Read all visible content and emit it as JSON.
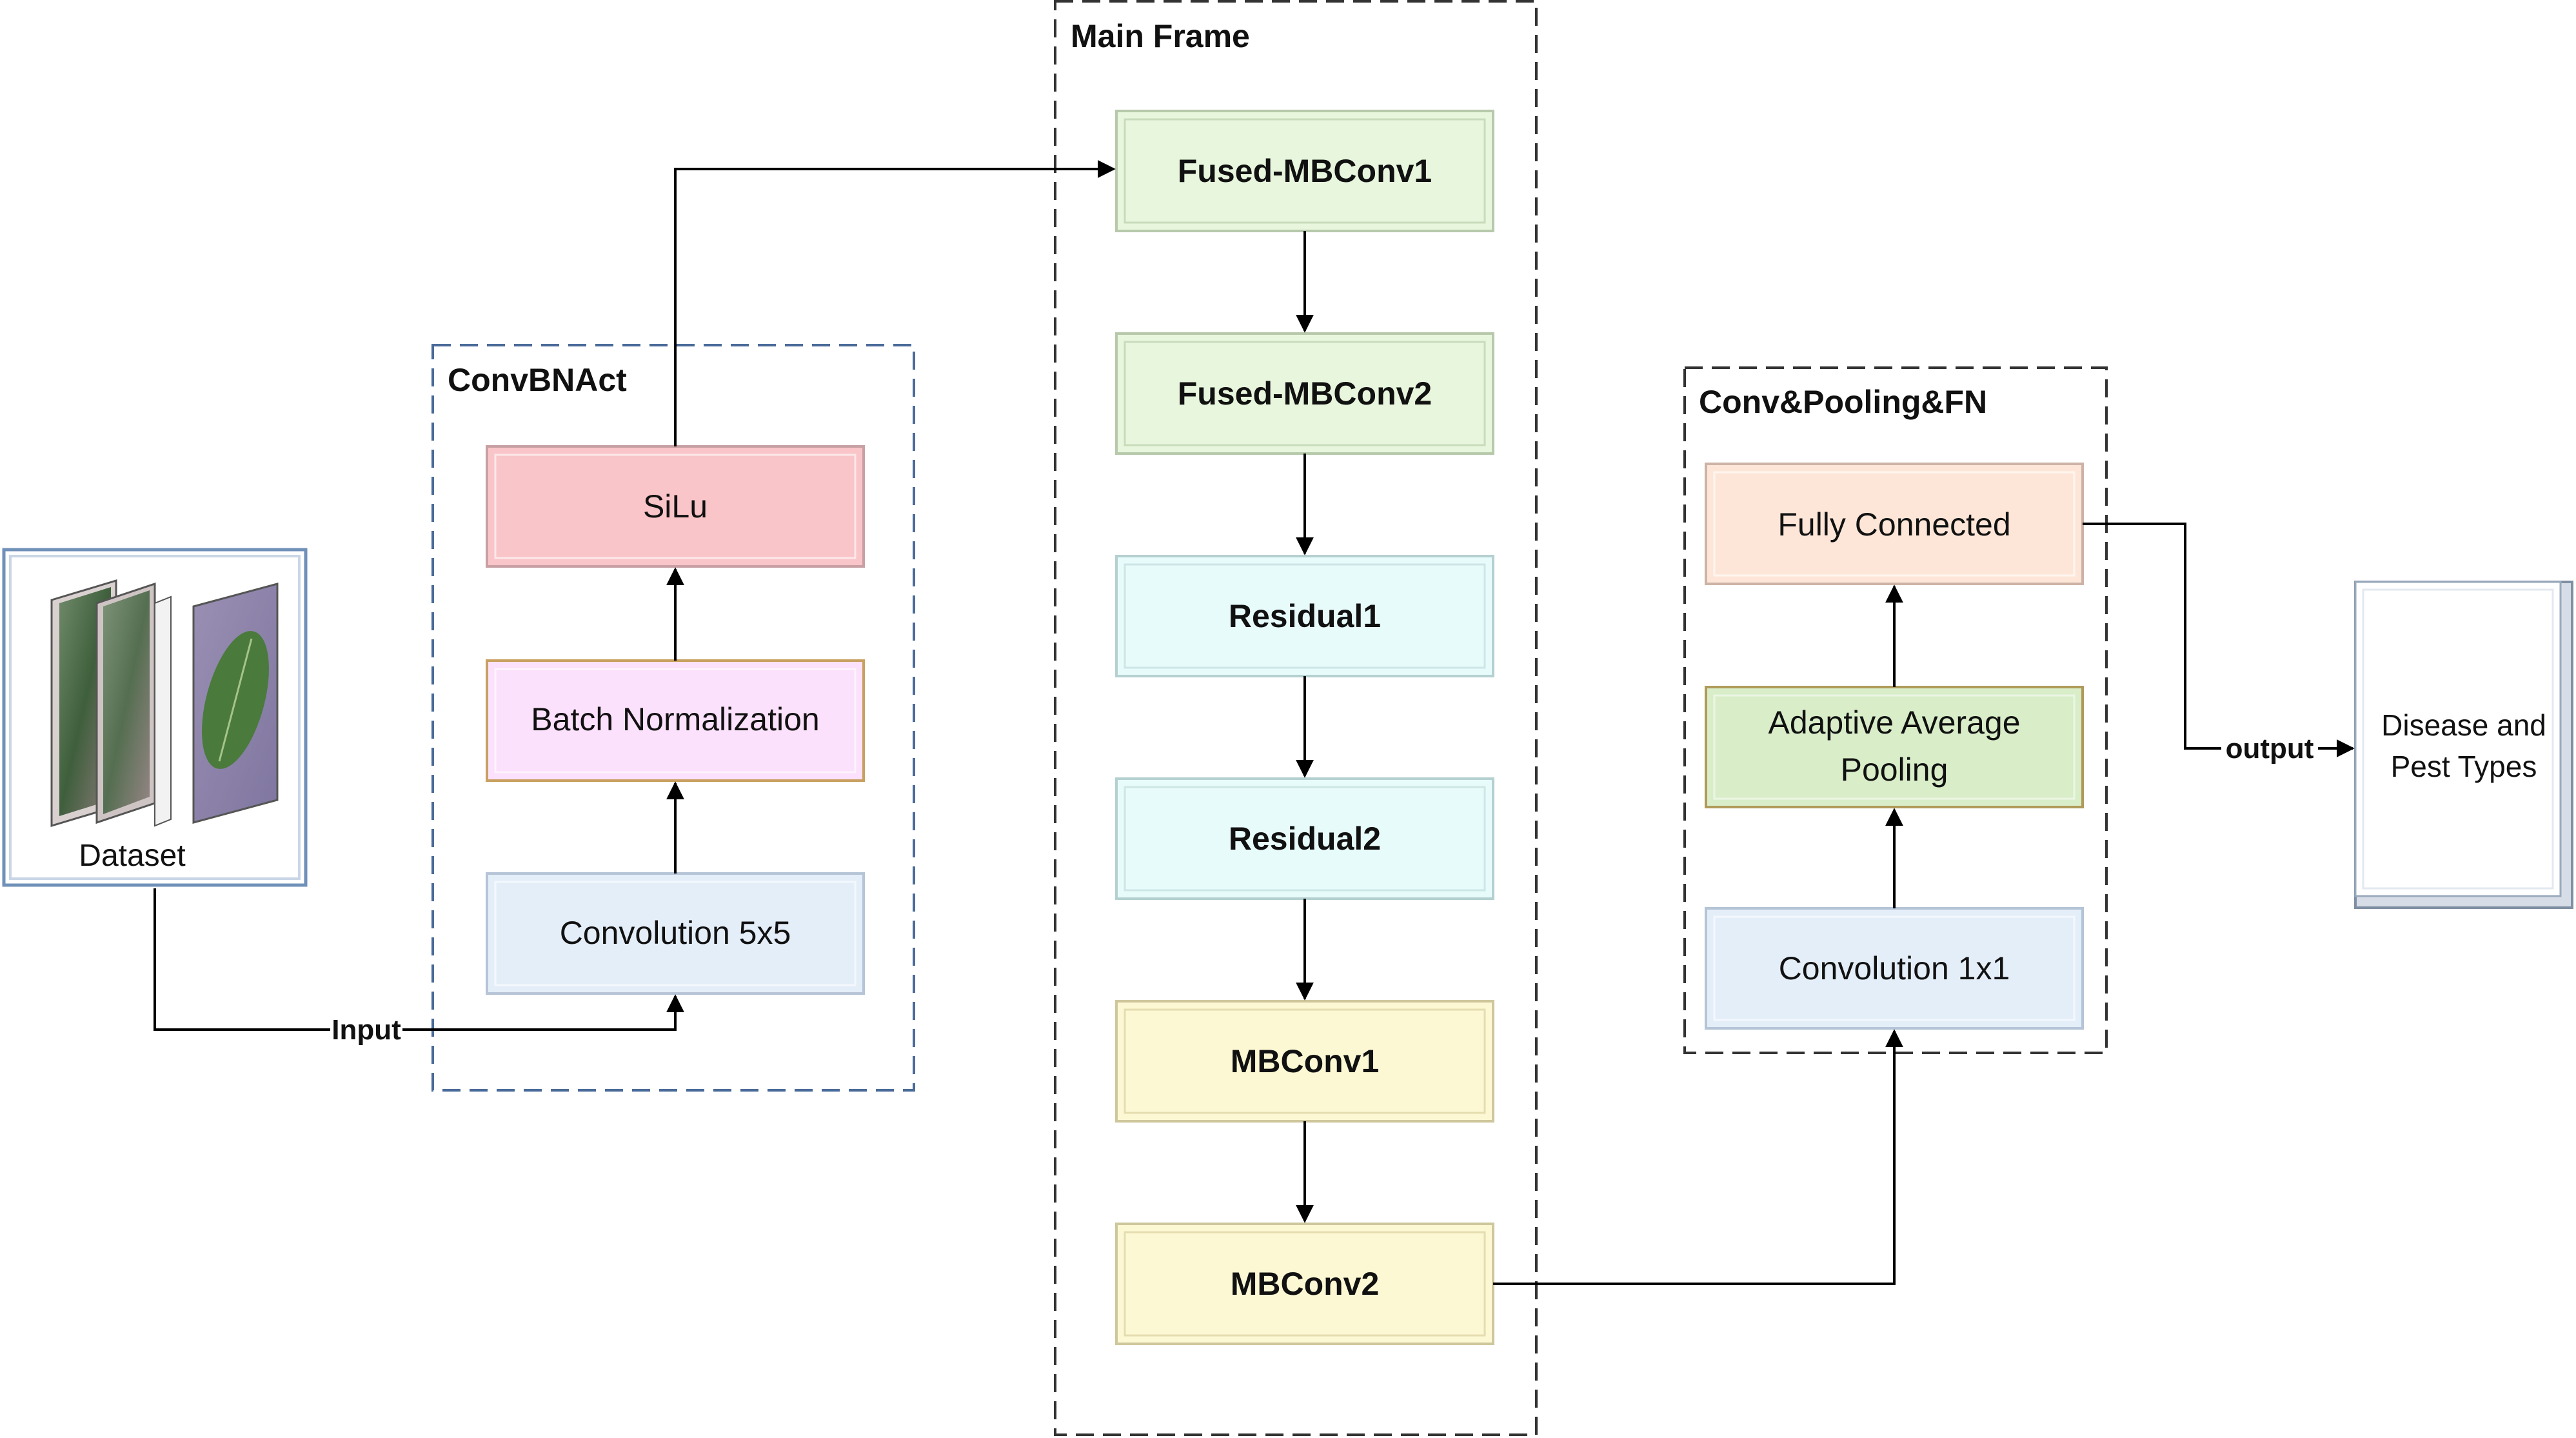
{
  "groups": {
    "convbnact": {
      "title": "ConvBNAct"
    },
    "main_frame": {
      "title": "Main Frame"
    },
    "conv_pool_fn": {
      "title": "Conv&Pooling&FN"
    }
  },
  "dataset": {
    "label": "Dataset"
  },
  "blocks": {
    "silu": {
      "label": "SiLu",
      "fill": "#f9c5c9"
    },
    "batch_norm": {
      "label": "Batch Normalization",
      "fill": "#fbe1fb"
    },
    "conv5x5": {
      "label": "Convolution 5x5",
      "fill": "#e4eef9"
    },
    "fused_mbconv1": {
      "label": "Fused-MBConv1",
      "fill": "#e7f6dc"
    },
    "fused_mbconv2": {
      "label": "Fused-MBConv2",
      "fill": "#e7f6dc"
    },
    "residual1": {
      "label": "Residual1",
      "fill": "#e8fbfb"
    },
    "residual2": {
      "label": "Residual2",
      "fill": "#e8fbfb"
    },
    "mbconv1": {
      "label": "MBConv1",
      "fill": "#fdf8d4"
    },
    "mbconv2": {
      "label": "MBConv2",
      "fill": "#fdf8d4"
    },
    "fully_connected": {
      "label": "Fully Connected",
      "fill": "#fde6d8"
    },
    "adaptive_pool_line1": {
      "label": "Adaptive Average"
    },
    "adaptive_pool_line2": {
      "label": "Pooling"
    },
    "adaptive_pool": {
      "fill": "#d8edc8"
    },
    "conv1x1": {
      "label": "Convolution 1x1",
      "fill": "#e4eef9"
    }
  },
  "output_box": {
    "line1": "Disease and",
    "line2": "Pest Types"
  },
  "edges": {
    "input_label": "Input",
    "output_label": "output"
  },
  "colors": {
    "convbnact_border": "#4a6b9a",
    "frame_border": "#333333",
    "dataset_border": "#6f90b8"
  }
}
